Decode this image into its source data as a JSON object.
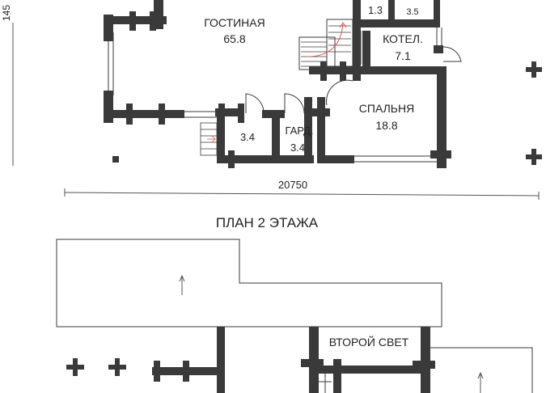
{
  "floor1": {
    "rooms": [
      {
        "name": "ГОСТИНАЯ",
        "area": "65.8"
      },
      {
        "name": "",
        "area": "1.3"
      },
      {
        "name": "",
        "area": "3.5"
      },
      {
        "name": "КОТЕЛ.",
        "area": "7.1"
      },
      {
        "name": "СПАЛЬНЯ",
        "area": "18.8"
      },
      {
        "name": "",
        "area": "3.4"
      },
      {
        "name": "ГАРД.",
        "area": "3.4"
      }
    ],
    "dim_width": "20750",
    "dim_height": "145"
  },
  "floor2": {
    "title": "ПЛАН 2 ЭТАЖА",
    "rooms": [
      {
        "name": "ВТОРОЙ СВЕТ"
      }
    ]
  },
  "colors": {
    "wall": "#3a3a3a",
    "stair_arrow": "#e05050",
    "text": "#222222"
  }
}
